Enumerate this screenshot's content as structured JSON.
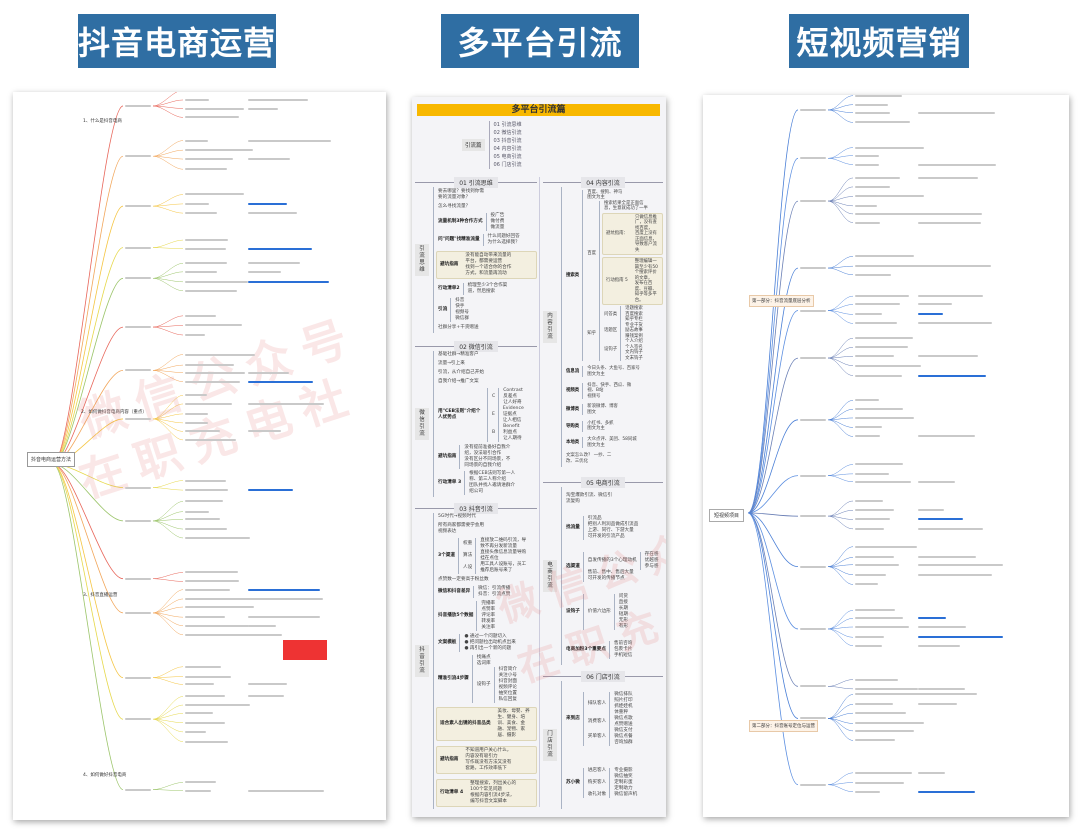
{
  "titles": [
    "抖音电商运营",
    "多平台引流",
    "短视频营销"
  ],
  "watermark": {
    "line1": "微信公众号",
    "line2": "在职充电社"
  },
  "left_map": {
    "root": "抖音电商运营方法",
    "branches": [
      "1、什么是抖音电商",
      "2、如何做抖音电商内容（重点）",
      "3、抖音直播运营",
      "4、如何做好抖音电商"
    ]
  },
  "right_map": {
    "root": "短视频项目",
    "branches": [
      "第一部分：抖音流量底层分析",
      "第二部分：抖音账号定位与运营"
    ]
  },
  "middle": {
    "title": "多平台引流篇",
    "index": {
      "root": "引流篇",
      "items": [
        "01 引流思维",
        "02 微信引流",
        "03 抖音引流",
        "04 内容引流",
        "05 电商引流",
        "06 门店引流"
      ]
    },
    "sections": [
      {
        "id": "s01",
        "header": "01 引流思维",
        "root": "引流思维",
        "children": [
          {
            "t": "要去哪里？要找到你需要的流量对象？"
          },
          {
            "t": "怎么寻找流量？"
          },
          {
            "t": "流量机制3种合作方式",
            "c": [
              {
                "t": "投广告"
              },
              {
                "t": "做付费"
              },
              {
                "t": "做流量"
              }
            ]
          },
          {
            "t": "问\"问题\"找精准流量",
            "c": [
              {
                "t": "什么问题好回答"
              },
              {
                "t": "为什么选择我？"
              }
            ]
          },
          {
            "t": "避坑指南",
            "box": true,
            "c": [
              {
                "t": "没有能自动带来流量的平台，都需要运营"
              },
              {
                "t": "找到一个适合你的合作方式，和流量再流动"
              }
            ]
          },
          {
            "t": "行动清单2",
            "c": [
              {
                "t": "梳理至少3个合作渠道，然后搜索"
              }
            ]
          },
          {
            "t": "引流",
            "c": [
              {
                "t": "抖音"
              },
              {
                "t": "快手"
              },
              {
                "t": "视频号"
              },
              {
                "t": "微信群"
              }
            ]
          },
          {
            "t": "社群分享+干货赠送"
          }
        ]
      },
      {
        "id": "s02",
        "header": "02 微信引流",
        "root": "微信引流",
        "children": [
          {
            "t": "基础社群→精准客户"
          },
          {
            "t": "流量→引上来"
          },
          {
            "t": "引流，从介绍自己开始"
          },
          {
            "t": "自我介绍→推广文案"
          },
          {
            "t": "用\"CEB法则\"介绍个人优势点",
            "c": [
              {
                "t": "C",
                "c": [
                  {
                    "t": "Contrast"
                  },
                  {
                    "t": "反差点"
                  },
                  {
                    "t": "让人好奇"
                  }
                ]
              },
              {
                "t": "E",
                "c": [
                  {
                    "t": "Evidence"
                  },
                  {
                    "t": "证据点"
                  },
                  {
                    "t": "让人相信"
                  }
                ]
              },
              {
                "t": "B",
                "c": [
                  {
                    "t": "Benefit"
                  },
                  {
                    "t": "利益点"
                  },
                  {
                    "t": "让人期待"
                  }
                ]
              }
            ]
          },
          {
            "t": "避坑指南",
            "c": [
              {
                "t": "没有提前准备好自我介绍，没法吸引合作"
              },
              {
                "t": "没有区分不同场景，不同场景的自我介绍"
              }
            ]
          },
          {
            "t": "行动清单 3",
            "c": [
              {
                "t": "根据CEB法则写第一人称、第三人称介绍"
              },
              {
                "t": "团队并找人邀请进群介绍公司"
              }
            ]
          }
        ]
      },
      {
        "id": "s03",
        "header": "03 抖音引流",
        "root": "抖音引流",
        "children": [
          {
            "t": "5G时代→视频时代"
          },
          {
            "t": "所有商家都需要学会用视频表达"
          },
          {
            "t": "3个渠道",
            "c": [
              {
                "t": "权重",
                "c": [
                  {
                    "t": "直接放二维码引流，导致不再分发新流量"
                  }
                ]
              },
              {
                "t": "算法",
                "c": [
                  {
                    "t": "直接头像信息流量导购挂在点位"
                  }
                ]
              },
              {
                "t": "人设",
                "c": [
                  {
                    "t": "用工具人设账号，员工推荐后账号来了"
                  }
                ]
              }
            ]
          },
          {
            "t": "点赞数一定要高于粉丝数"
          },
          {
            "t": "微信和抖音差异",
            "c": [
              {
                "t": "微信：引流传播"
              },
              {
                "t": "抖音：引流点赞"
              }
            ]
          },
          {
            "t": "抖音播放5个数据",
            "c": [
              {
                "t": "完播率"
              },
              {
                "t": "点赞率"
              },
              {
                "t": "评论率"
              },
              {
                "t": "转发率"
              },
              {
                "t": "关注率"
              }
            ]
          },
          {
            "t": "文案模板",
            "c": [
              {
                "t": "● 通过一个问题切入"
              },
              {
                "t": "● 把问题拉出动机点出来"
              },
              {
                "t": "● 再引出一个新的问题"
              }
            ]
          },
          {
            "t": "精准引流4步骤",
            "c": [
              {
                "t": "找痛点"
              },
              {
                "t": "选词库"
              },
              {
                "t": "设钩子",
                "c": [
                  {
                    "t": "抖音简介"
                  },
                  {
                    "t": "关注小号"
                  },
                  {
                    "t": "抖音封面"
                  },
                  {
                    "t": "视频评论"
                  },
                  {
                    "t": "抽奖位置"
                  },
                  {
                    "t": "私信回复"
                  }
                ]
              }
            ]
          },
          {
            "t": "适合素人出镜的抖音品类",
            "box": true,
            "c": [
              {
                "t": "美妆、母婴、养生、健身、培训、美食、金融、宠物、家居、摄影"
              }
            ]
          },
          {
            "t": "避坑指南",
            "box": true,
            "c": [
              {
                "t": "不知道用户关心什么，内容没有吸引力"
              },
              {
                "t": "写作既没有方法又没有套路，工作效率低下"
              }
            ]
          },
          {
            "t": "行动清单 4",
            "box": true,
            "c": [
              {
                "t": "整理搜索，列出关心的100个常见问题"
              },
              {
                "t": "根据内容引流4步法，编写抖音文案脚本"
              }
            ]
          }
        ]
      },
      {
        "id": "s04",
        "header": "04 内容引流",
        "root": "内容引流",
        "children": [
          {
            "t": "搜索类",
            "c": [
              {
                "t": "百度、搜狗、神马"
              },
              {
                "t": "图文为主"
              },
              {
                "t": "百度",
                "c": [
                  {
                    "t": "搜索结果全是正面信息，生意就成功了一半"
                  },
                  {
                    "t": "避坑指南：",
                    "box": true,
                    "c": [
                      {
                        "t": "只做信息推广，没有查找百度，"
                      },
                      {
                        "t": "百度上没有正面信息，导致客户流失"
                      }
                    ]
                  },
                  {
                    "t": "行动指南 5",
                    "box": true,
                    "c": [
                      {
                        "t": "整理编辑一篇至少有50个搜索评价的文章，"
                      },
                      {
                        "t": "发布在百度、豆瓣、知乎等多平台。"
                      }
                    ]
                  }
                ]
              },
              {
                "t": "知乎",
                "c": [
                  {
                    "t": "问答类",
                    "c": [
                      {
                        "t": "话题搜索"
                      },
                      {
                        "t": "百度搜索"
                      },
                      {
                        "t": "知乎专栏"
                      }
                    ]
                  },
                  {
                    "t": "话题区",
                    "c": [
                      {
                        "t": "专业干货"
                      },
                      {
                        "t": "励志故事"
                      },
                      {
                        "t": "赚钱案例"
                      }
                    ]
                  },
                  {
                    "t": "设钩子",
                    "c": [
                      {
                        "t": "个人介绍"
                      },
                      {
                        "t": "个人签名"
                      },
                      {
                        "t": "文内钩子"
                      },
                      {
                        "t": "文末钩子"
                      }
                    ]
                  }
                ]
              }
            ]
          },
          {
            "t": "信息流",
            "c": [
              {
                "t": "今日头条、大鱼号、百家号"
              },
              {
                "t": "图文为主"
              }
            ]
          },
          {
            "t": "视频类",
            "c": [
              {
                "t": "抖音、快手、西瓜、微视、B站"
              },
              {
                "t": "视频号"
              }
            ]
          },
          {
            "t": "微博类",
            "c": [
              {
                "t": "新浪微博、博客"
              },
              {
                "t": "图文"
              }
            ]
          },
          {
            "t": "导购类",
            "c": [
              {
                "t": "小红书、多抓"
              },
              {
                "t": "图文为主"
              }
            ]
          },
          {
            "t": "本地类",
            "c": [
              {
                "t": "大众点评、美团、58同城"
              },
              {
                "t": "图文为主"
              }
            ]
          },
          {
            "t": "文案怎么改？ 一抄、二改、三优化"
          }
        ]
      },
      {
        "id": "s05",
        "header": "05 电商引流",
        "root": "电商引流",
        "children": [
          {
            "t": "淘宝爆款引流、微信引流复购"
          },
          {
            "t": "找流量",
            "c": [
              {
                "t": "引流品"
              },
              {
                "t": "把别人利润品做成引流品"
              },
              {
                "t": "上游、同行、下游大量可开发的引流产品"
              }
            ]
          },
          {
            "t": "选渠道",
            "c": [
              {
                "t": "自发传播的3个心理动机",
                "c": [
                  {
                    "t": "存在感"
                  },
                  {
                    "t": "优越感"
                  },
                  {
                    "t": "参与感"
                  }
                ]
              },
              {
                "t": "售前、售中、售后大量可开发的传播节点"
              }
            ]
          },
          {
            "t": "设钩子",
            "c": [
              {
                "t": "价值六边形",
                "c": [
                  {
                    "t": "问货"
                  },
                  {
                    "t": "直接"
                  },
                  {
                    "t": "长期"
                  },
                  {
                    "t": "短期"
                  },
                  {
                    "t": "无形"
                  },
                  {
                    "t": "有形"
                  }
                ]
              }
            ]
          },
          {
            "t": "电商加粉3个重要点",
            "c": [
              {
                "t": "售前咨询"
              },
              {
                "t": "包裹卡片"
              },
              {
                "t": "手机短信"
              }
            ]
          }
        ]
      },
      {
        "id": "s06",
        "header": "06 门店引流",
        "root": "门店引流",
        "children": [
          {
            "t": "来到店",
            "c": [
              {
                "t": "排队客人",
                "c": [
                  {
                    "t": "微信排队"
                  },
                  {
                    "t": "照片打印"
                  },
                  {
                    "t": "抓娃娃机"
                  },
                  {
                    "t": "体重秤"
                  }
                ]
              },
              {
                "t": "消费客人",
                "c": [
                  {
                    "t": "微信点歌"
                  },
                  {
                    "t": "点赞赠送"
                  }
                ]
              },
              {
                "t": "买单客人",
                "c": [
                  {
                    "t": "微信支付"
                  },
                  {
                    "t": "微信点餐"
                  },
                  {
                    "t": "咨询加群"
                  }
                ]
              }
            ]
          },
          {
            "t": "苏小微",
            "c": [
              {
                "t": "进店客人",
                "c": [
                  {
                    "t": "专业摄影"
                  }
                ]
              },
              {
                "t": "购买客人",
                "c": [
                  {
                    "t": "微信抽奖"
                  },
                  {
                    "t": "定制彩蛋"
                  },
                  {
                    "t": "定制助力"
                  }
                ]
              },
              {
                "t": "收礼对象",
                "c": [
                  {
                    "t": "微信留声机"
                  }
                ]
              }
            ]
          }
        ]
      }
    ]
  }
}
